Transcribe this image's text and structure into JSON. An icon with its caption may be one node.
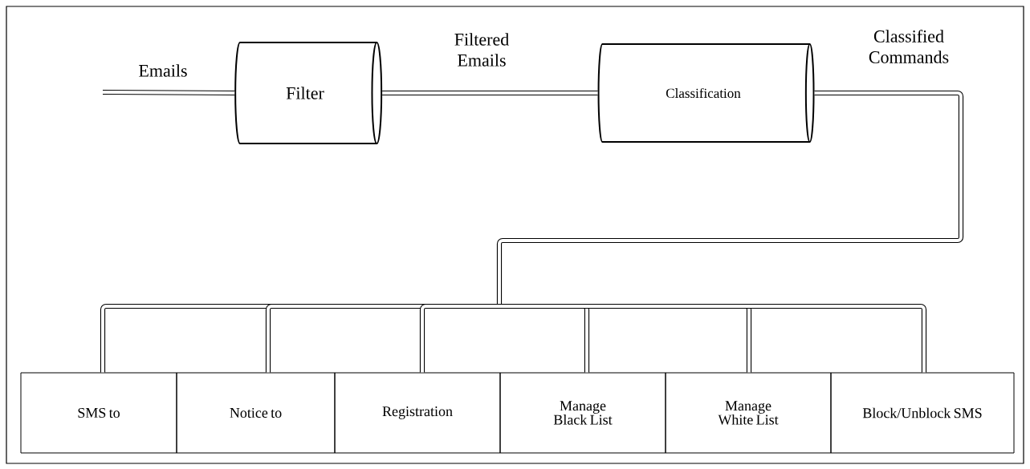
{
  "diagram": {
    "nodes": [
      {
        "text": [
          "Filter"
        ]
      },
      {
        "text": [
          "Classification"
        ]
      },
      {
        "text": [
          "SMS to"
        ]
      },
      {
        "text": [
          "Notice to"
        ]
      },
      {
        "text": [
          "Registration"
        ]
      },
      {
        "text": [
          "Manage Black List"
        ]
      },
      {
        "text": [
          "Manage White List"
        ]
      },
      {
        "text": [
          "Block/Unblock SMS"
        ]
      }
    ],
    "edges": [
      {
        "from": null,
        "to": 0,
        "arrow": "none",
        "label": "Emails"
      },
      {
        "from": 0,
        "to": 1,
        "arrow": "none",
        "label": "Filtered Emails"
      },
      {
        "from": 1,
        "to": 2,
        "arrow": "none",
        "label": "Classified Commands"
      },
      {
        "from": 1,
        "to": 3,
        "arrow": "none"
      },
      {
        "from": 1,
        "to": 4,
        "arrow": "none"
      },
      {
        "from": 1,
        "to": 5,
        "arrow": "none"
      },
      {
        "from": 1,
        "to": 6,
        "arrow": "none"
      },
      {
        "from": 1,
        "to": 7,
        "arrow": "none"
      }
    ]
  }
}
